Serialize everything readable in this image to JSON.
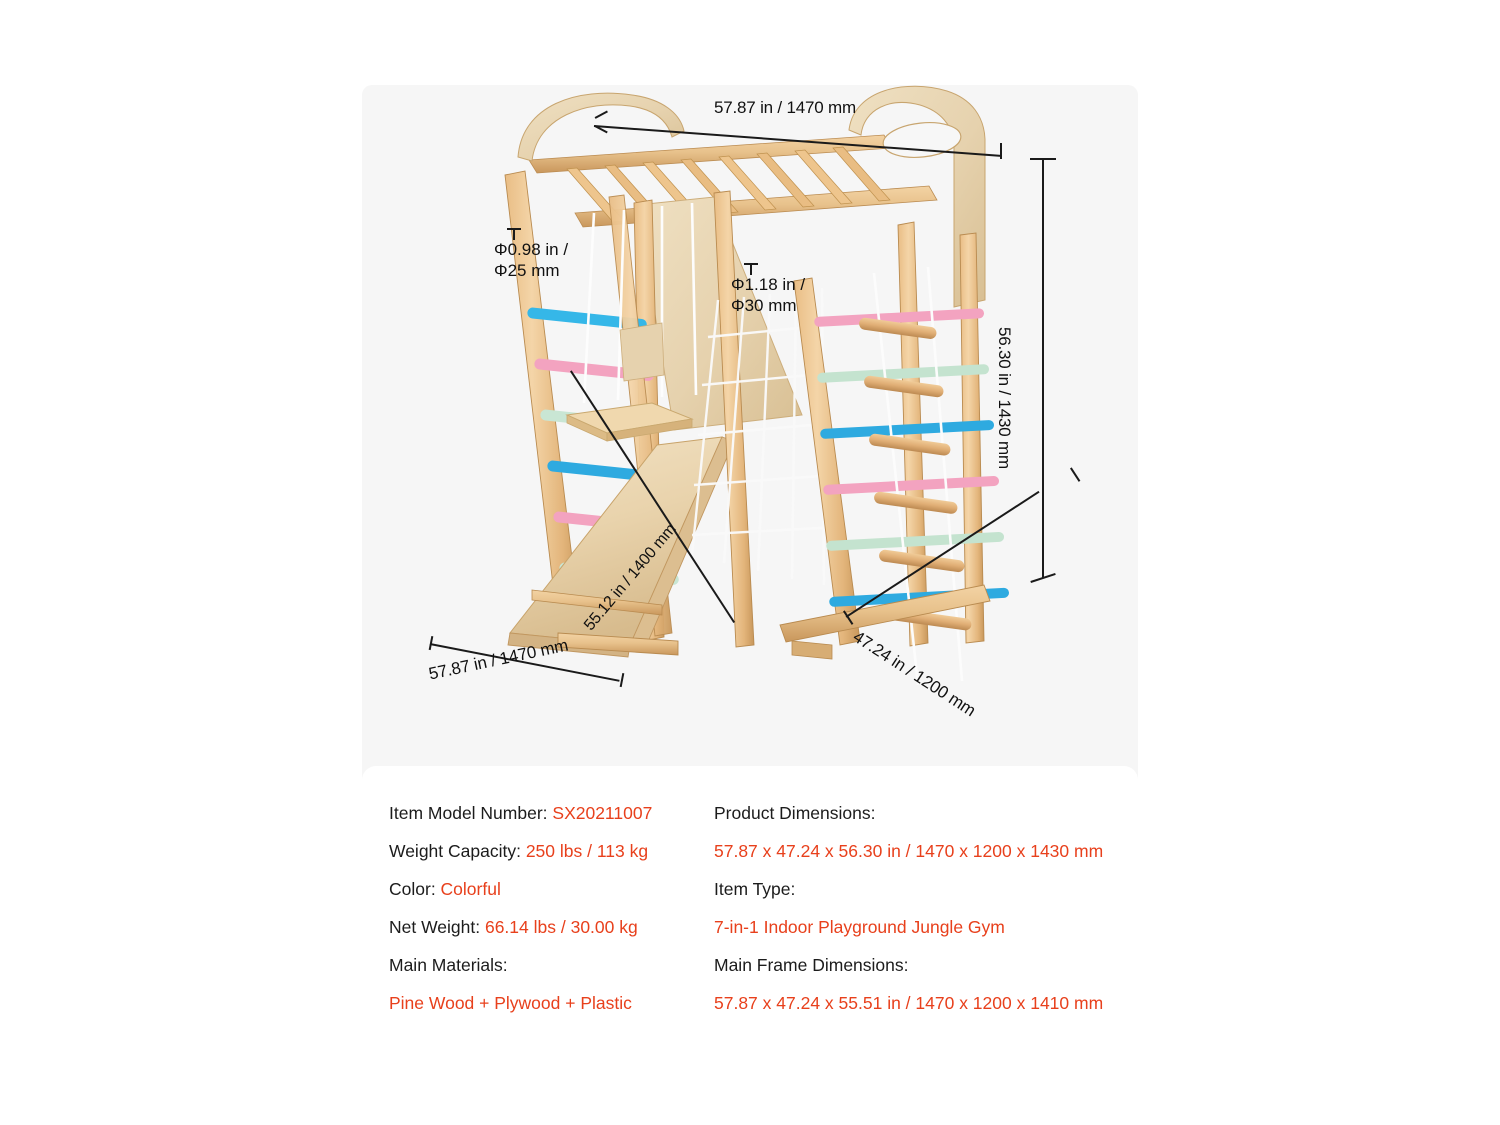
{
  "product_image": {
    "alt_name": "7-in-1 indoor playground jungle gym wooden climbing frame",
    "dimensions": {
      "top_width": "57.87 in / 1470 mm",
      "right_height": "56.30 in / 1430 mm",
      "slide_length": "55.12 in / 1400 mm",
      "bottom_left_width": "57.87 in / 1470 mm",
      "bottom_right_depth": "47.24 in / 1200 mm",
      "rung_diameter_small_line1": "Φ0.98 in /",
      "rung_diameter_small_line2": "Φ25 mm",
      "rung_diameter_large_line1": "Φ1.18 in /",
      "rung_diameter_large_line2": "Φ30 mm"
    },
    "colors": {
      "card_background": "#f6f6f6",
      "wood_light": "#f0cf9e",
      "wood_mid": "#e0b477",
      "wood_dark": "#c08f4f",
      "plywood": "#ead9b8",
      "rung_blue": "#35b7e8",
      "rung_pink": "#f3a3c0",
      "rung_mint": "#bfe3cd",
      "rope_white": "#fbfbfb"
    }
  },
  "specs": {
    "left_column": [
      {
        "label": "Item Model Number: ",
        "value": "SX20211007"
      },
      {
        "label": "Weight Capacity: ",
        "value": "250 lbs / 113 kg"
      },
      {
        "label": "Color: ",
        "value": "Colorful"
      },
      {
        "label": "Net Weight: ",
        "value": "66.14 lbs / 30.00 kg"
      },
      {
        "label": "Main Materials:",
        "value": ""
      },
      {
        "label": "",
        "value": "Pine Wood + Plywood + Plastic"
      }
    ],
    "right_column": [
      {
        "label": "Product Dimensions:",
        "value": ""
      },
      {
        "label": "",
        "value": "57.87 x 47.24 x 56.30 in / 1470 x 1200 x 1430 mm"
      },
      {
        "label": "Item Type:",
        "value": ""
      },
      {
        "label": "",
        "value": "7-in-1 Indoor Playground Jungle Gym"
      },
      {
        "label": "Main Frame Dimensions:",
        "value": ""
      },
      {
        "label": "",
        "value": "57.87 x 47.24 x 55.51 in / 1470 x 1200 x 1410 mm"
      }
    ],
    "accent_color": "#e8401c",
    "label_color": "#1c1c1c"
  }
}
